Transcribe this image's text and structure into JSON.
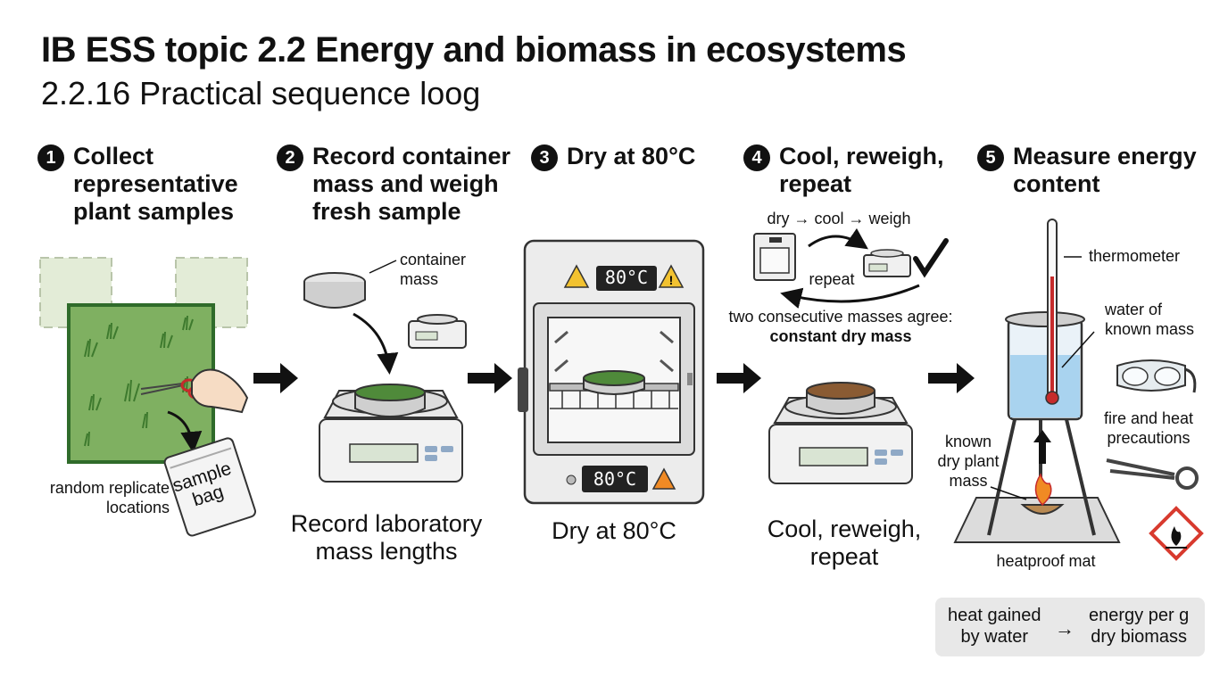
{
  "header": {
    "title": "IB ESS topic 2.2 Energy and biomass in ecosystems",
    "subtitle": "2.2.16 Practical sequence loog"
  },
  "steps": [
    {
      "number": "1",
      "title": "Collect\nrepresentative\nplant samples"
    },
    {
      "number": "2",
      "title": "Record container\nmass and weigh\nfresh sample"
    },
    {
      "number": "3",
      "title": "Dry at 80°C"
    },
    {
      "number": "4",
      "title": "Cool, reweigh,\nrepeat"
    },
    {
      "number": "5",
      "title": "Measure energy\ncontent"
    }
  ],
  "step1": {
    "bag_label": "sample\nbag",
    "locations_label": "random replicate\nlocations"
  },
  "step2": {
    "container_label": "container\nmass",
    "caption": "Record laboratory\nmass lengths"
  },
  "step3": {
    "display_top": "80°C",
    "display_bottom": "80°C",
    "caption": "Dry at 80°C"
  },
  "step4": {
    "cycle_label": "dry → cool → weigh",
    "repeat_label": "repeat",
    "agree_label": "two consecutive masses agree:",
    "constant_label": "constant dry mass",
    "caption": "Cool, reweigh,\nrepeat"
  },
  "step5": {
    "thermometer_label": "thermometer",
    "water_label": "water of\nknown mass",
    "precautions_label": "fire and heat\nprecautions",
    "dry_mass_label": "known\ndry plant\nmass",
    "mat_label": "heatproof mat"
  },
  "formula": {
    "left": "heat gained\nby water",
    "arrow": "→",
    "right": "energy per g\ndry biomass"
  },
  "colors": {
    "grass_green": "#7fb061",
    "quadrat_border": "#2f6b2a",
    "ghost_quadrat": "#e3ecd7",
    "water_blue": "#a9d3ef",
    "warning_yellow": "#f2c230",
    "hazard_red": "#d83a2e",
    "flame_orange": "#f08a24"
  }
}
